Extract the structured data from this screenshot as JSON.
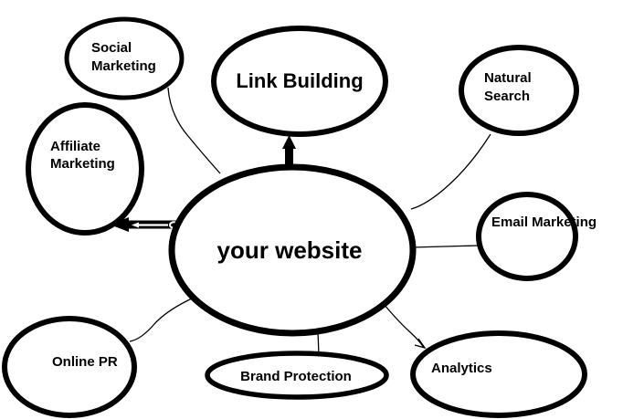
{
  "diagram": {
    "type": "mind-map",
    "background_color": "#ffffff",
    "stroke_color": "#000000",
    "text_color": "#000000",
    "center": {
      "id": "your-website",
      "label": "your website"
    },
    "nodes": [
      {
        "id": "link-building",
        "lines": [
          "Link Building"
        ]
      },
      {
        "id": "social-marketing",
        "lines": [
          "Social",
          "Marketing"
        ]
      },
      {
        "id": "natural-search",
        "lines": [
          "Natural",
          "Search"
        ]
      },
      {
        "id": "affiliate-marketing",
        "lines": [
          "Affiliate",
          "Marketing"
        ]
      },
      {
        "id": "email-marketing",
        "lines": [
          "Email Marketing"
        ]
      },
      {
        "id": "online-pr",
        "lines": [
          "Online PR"
        ]
      },
      {
        "id": "brand-protection",
        "lines": [
          "Brand Protection"
        ]
      },
      {
        "id": "analytics",
        "lines": [
          "Analytics"
        ]
      }
    ],
    "connections": [
      {
        "from": "your-website",
        "to": "link-building",
        "style": "thick-arrow"
      },
      {
        "from": "your-website",
        "to": "affiliate-marketing",
        "style": "thick-arrow"
      },
      {
        "from": "social-marketing",
        "to": "your-website",
        "style": "thin-line"
      },
      {
        "from": "natural-search",
        "to": "your-website",
        "style": "thin-line"
      },
      {
        "from": "email-marketing",
        "to": "your-website",
        "style": "thin-line"
      },
      {
        "from": "online-pr",
        "to": "your-website",
        "style": "thin-line"
      },
      {
        "from": "brand-protection",
        "to": "your-website",
        "style": "thin-line"
      },
      {
        "from": "your-website",
        "to": "analytics",
        "style": "thin-arrow"
      }
    ]
  }
}
